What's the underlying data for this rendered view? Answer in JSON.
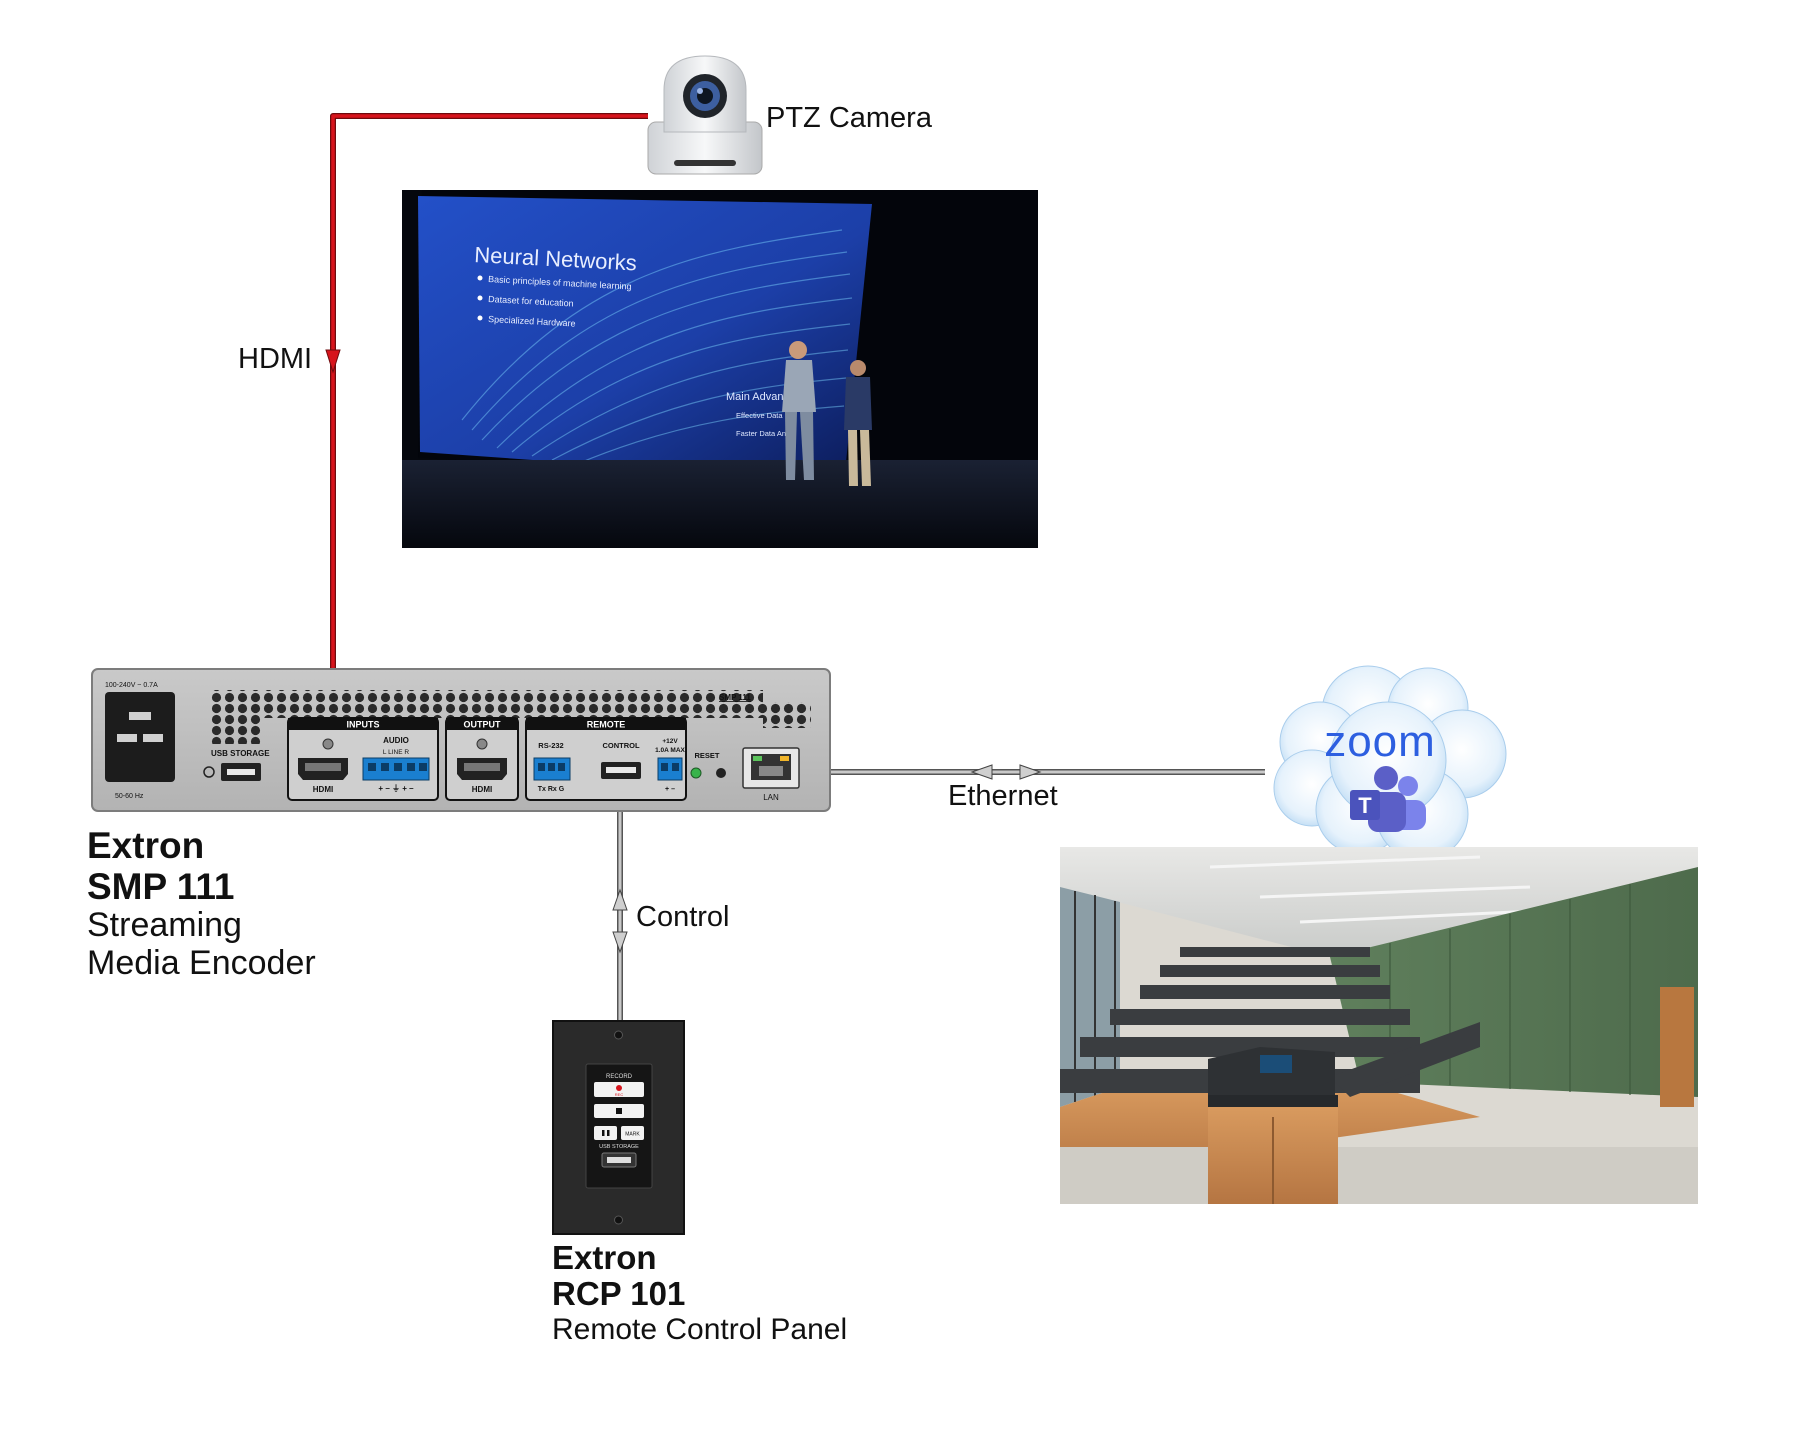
{
  "labels": {
    "ptz_camera": "PTZ Camera",
    "hdmi": "HDMI",
    "ethernet": "Ethernet",
    "control": "Control"
  },
  "encoder": {
    "brand": "Extron",
    "model": "SMP 111",
    "desc1": "Streaming",
    "desc2": "Media Encoder",
    "panel": {
      "power_rating": "100-240V ~ 0.7A",
      "frequency": "50-60 Hz",
      "usb_storage": "USB STORAGE",
      "inputs": "INPUTS",
      "audio": "AUDIO",
      "audio_channels": "L   LINE   R",
      "audio_pins": "+ –  ⏚  + –",
      "hdmi_in": "HDMI",
      "output": "OUTPUT",
      "hdmi_out": "HDMI",
      "remote": "REMOTE",
      "rs232": "RS-232",
      "rs232_pins": "Tx Rx G",
      "control": "CONTROL",
      "power_out": "+12V",
      "power_out2": "1.0A MAX",
      "power_pins": "+ –",
      "reset": "RESET",
      "lan": "LAN",
      "model_tag": "SMP 111"
    }
  },
  "panel": {
    "brand": "Extron",
    "model": "RCP 101",
    "desc": "Remote Control Panel",
    "record": "RECORD",
    "rec": "REC",
    "mark": "MARK",
    "usb": "USB STORAGE"
  },
  "stage_slide": {
    "title": "Neural Networks",
    "bullets": [
      "Basic principles of machine learning",
      "Dataset for education",
      "Specialized Hardware"
    ],
    "subtitle": "Main Advant",
    "sub_bullets": [
      "Effective Data",
      "Faster Data An"
    ]
  },
  "cloud": {
    "zoom": "zoom"
  },
  "colors": {
    "hdmi_cable": "#d7141c",
    "gray_cable": "#9a9a9a",
    "zoom_blue": "#2d5fe0",
    "teams_purple": "#5b5fc7",
    "cloud": "#dcecf9",
    "terminal_blue": "#1a7fd0"
  }
}
